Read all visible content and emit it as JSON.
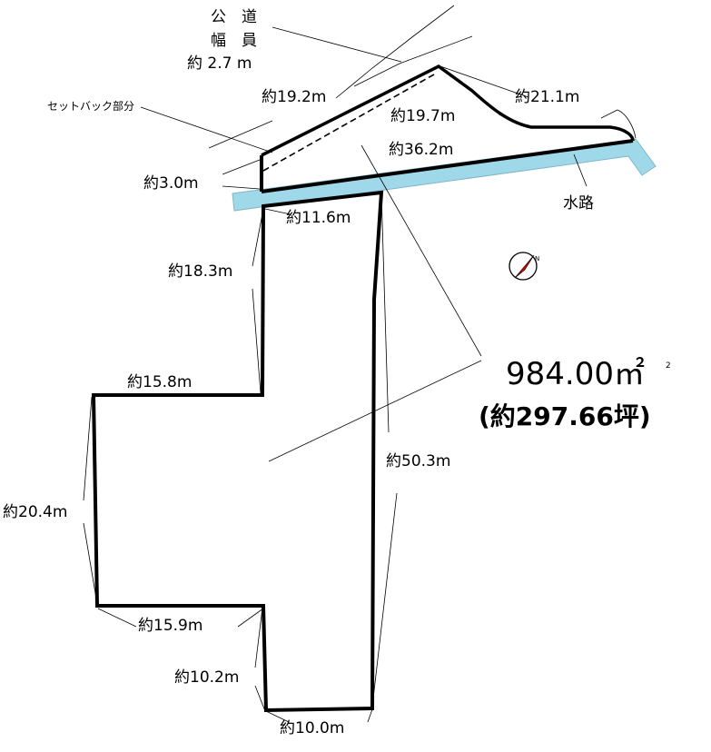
{
  "road": {
    "line1": "公　道",
    "line2": "幅　員",
    "line3": "約 2.7 m"
  },
  "setback_label": "セットバック部分",
  "waterway_label": "水路",
  "area": {
    "sqm": "984.00㎡",
    "sqm_sup": "2",
    "tsubo": "(約297.66坪)"
  },
  "dimensions": {
    "d_19_2": "約19.2m",
    "d_21_1": "約21.1m",
    "d_19_7": "約19.7m",
    "d_36_2": "約36.2m",
    "d_3_0": "約3.0m",
    "d_11_6": "約11.6m",
    "d_18_3": "約18.3m",
    "d_15_8": "約15.8m",
    "d_20_4": "約20.4m",
    "d_50_3": "約50.3m",
    "d_15_9": "約15.9m",
    "d_10_2": "約10.2m",
    "d_10_0": "約10.0m"
  },
  "colors": {
    "waterway_fill": "#9fd8e8",
    "compass_red": "#e00000",
    "line": "#000000"
  },
  "icons": {
    "compass": "north-arrow-icon"
  }
}
